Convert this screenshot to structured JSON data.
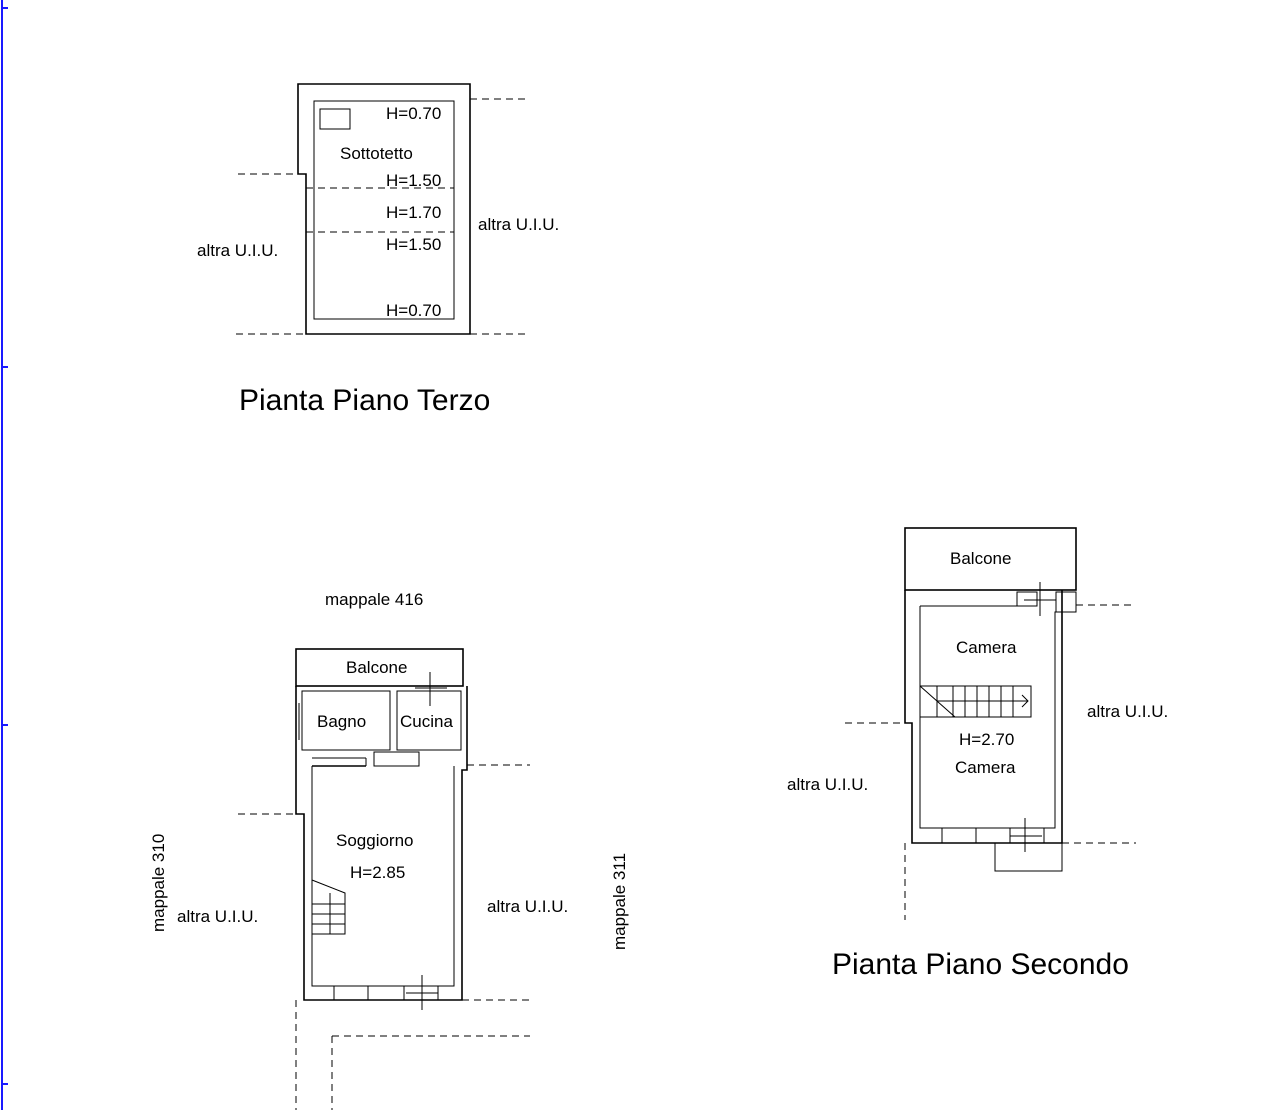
{
  "terzo": {
    "room_label": "Sottotetto",
    "h_top": "H=0.70",
    "h_a": "H=1.50",
    "h_mid": "H=1.70",
    "h_b": "H=1.50",
    "h_bottom": "H=0.70",
    "neighbor_left": "altra U.I.U.",
    "neighbor_right": "altra U.I.U.",
    "title": "Pianta Piano Terzo"
  },
  "primo": {
    "mappale_top": "mappale 416",
    "mappale_left": "mappale 310",
    "mappale_right": "mappale 311",
    "balcone": "Balcone",
    "bagno": "Bagno",
    "cucina": "Cucina",
    "soggiorno": "Soggiorno",
    "height": "H=2.85",
    "neighbor_left": "altra U.I.U.",
    "neighbor_right": "altra U.I.U."
  },
  "secondo": {
    "balcone": "Balcone",
    "camera_top": "Camera",
    "height": "H=2.70",
    "camera_bottom": "Camera",
    "neighbor_left": "altra U.I.U.",
    "neighbor_right": "altra U.I.U.",
    "title": "Pianta Piano Secondo"
  },
  "colors": {
    "lines": "#000000",
    "frame": "#1a1aff"
  }
}
